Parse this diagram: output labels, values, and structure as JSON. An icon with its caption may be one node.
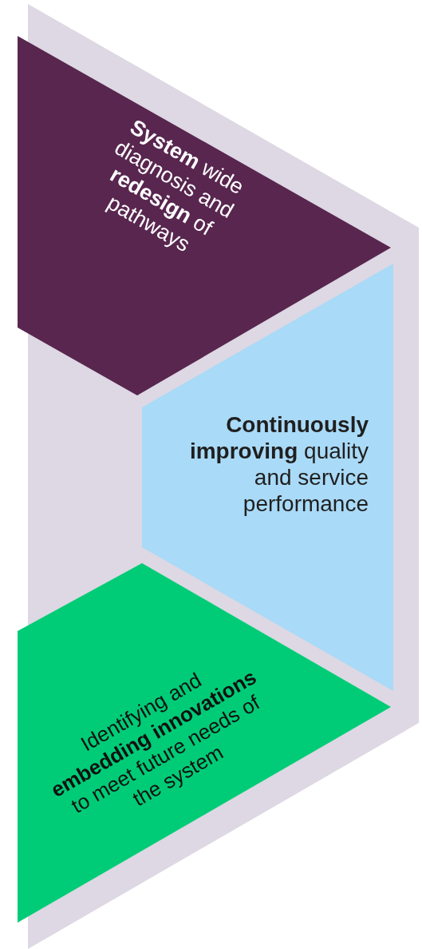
{
  "diagram": {
    "nodes": [
      {
        "text": [
          "**System** wide diagnosis and **redesign** of pathways"
        ]
      },
      {
        "text": [
          "**Continuously improving** quality and service performance"
        ]
      },
      {
        "text": [
          "Identifying and **embedding innovations** to meet future needs of the system"
        ]
      }
    ]
  }
}
